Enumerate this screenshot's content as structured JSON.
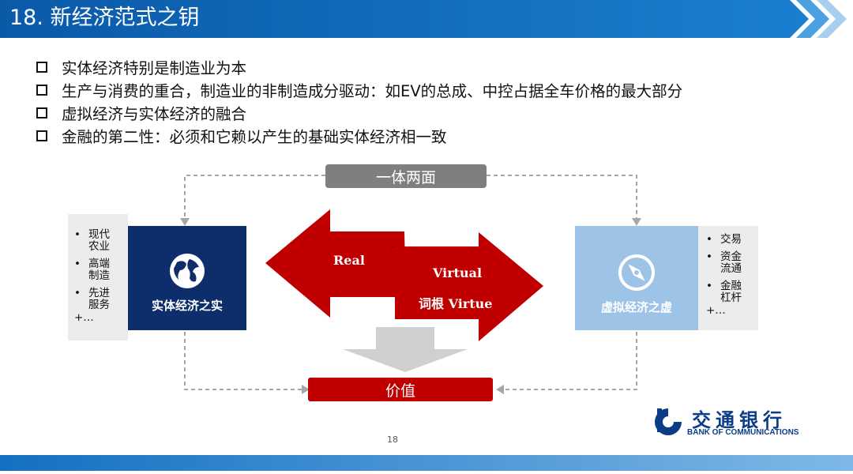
{
  "header": {
    "title": "18. 新经济范式之钥"
  },
  "bullets": [
    "实体经济特别是制造业为本",
    "生产与消费的重合，制造业的非制造成分驱动：如EV的总成、中控占据全车价格的最大部分",
    "虚拟经济与实体经济的融合",
    "金融的第二性：必须和它赖以产生的基础实体经济相一致"
  ],
  "diagram": {
    "top_label": "一体两面",
    "bottom_label": "价值",
    "left_box": "实体经济之实",
    "right_box": "虚拟经济之虚",
    "left_list": {
      "items": [
        "现代\n农业",
        "高端\n制造",
        "先进\n服务"
      ],
      "more": "+…"
    },
    "right_list": {
      "items": [
        "交易",
        "资金\n流通",
        "金融\n杠杆"
      ],
      "more": "+…"
    },
    "arrow_real": "Real",
    "arrow_virtual": "Virtual",
    "arrow_virtue_prefix": "词根",
    "arrow_virtue_word": "Virtue",
    "bullet_char": "•"
  },
  "logo": {
    "cn": "交通银行",
    "en": "BANK OF COMMUNICATIONS"
  },
  "page_number": "18",
  "colors": {
    "brand_blue": "#0a62b4",
    "accent_red": "#c00000",
    "navy": "#0d2d6b",
    "light_blue": "#9dc3e6",
    "gray_label": "#7f7f7f"
  }
}
